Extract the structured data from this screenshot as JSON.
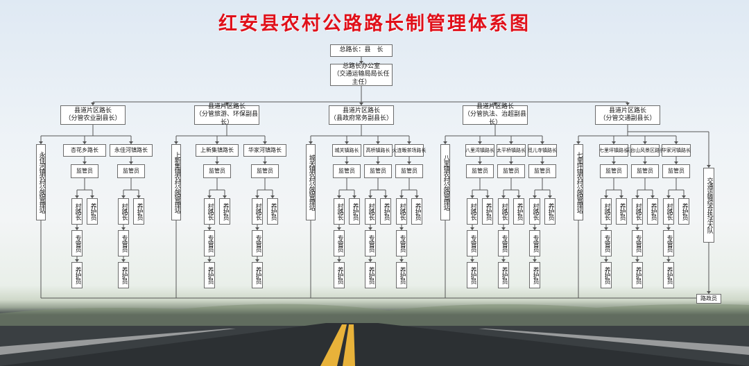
{
  "title": "红安县农村公路路长制管理体系图",
  "root": {
    "label": "总路长：县　长"
  },
  "office": {
    "line1": "总路长办公室",
    "line2": "（交通运输局局长任主任）"
  },
  "districts": [
    {
      "line1": "县道片区路长",
      "line2": "（分管农业副县长）"
    },
    {
      "line1": "县道片区路长",
      "line2": "（分管旅游、环保副县长）"
    },
    {
      "line1": "县道片区路长",
      "line2": "（县政府常务副县长）"
    },
    {
      "line1": "县道片区路长",
      "line2": "（分管执法、治超副县长）"
    },
    {
      "line1": "县道片区路长",
      "line2": "（分管交通副县长）"
    }
  ],
  "stations": [
    "永佳河镇农村公路管理站",
    "上新集镇农村公路管理站",
    "城关镇农村公路管理站",
    "八里镇农村公路管理站",
    "七里坪镇农村公路管理站"
  ],
  "towns": [
    "杏花乡路长",
    "永佳河镇路长",
    "上新集镇路长",
    "华家河镇路长",
    "城关镇路长",
    "高桥镇路长",
    "火连畈茶场路长",
    "八里湾镇路长",
    "太平桥镇路长",
    "觅儿寺镇路长",
    "七里坪镇路长",
    "天台山风景区路长",
    "华家河镇路长"
  ],
  "supervisor": "监管员",
  "village_head": "村路长",
  "maintainer": "养护员",
  "specialist": "专管员",
  "law_brigade": "交通运输综合执法大队",
  "road_admin": "路政员"
}
